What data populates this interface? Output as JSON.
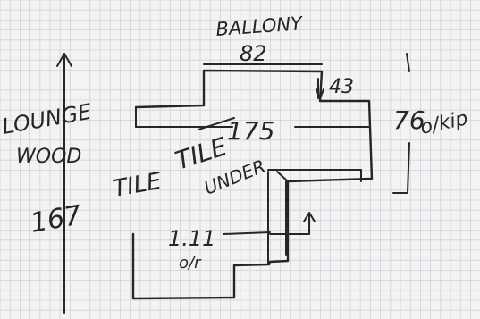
{
  "colors": {
    "paper": "#f3f3f3",
    "grid": "#cfd3d8",
    "ink": "#262626"
  },
  "labels": {
    "balcony": "BALLONY",
    "dim_82": "82",
    "dim_43": "43",
    "dim_175": "175",
    "dim_76": "76",
    "dim_167": "167",
    "dim_111": "1.11",
    "lounge_1": "LOUNGE",
    "lounge_2": "WOOD",
    "tile": "TILE",
    "tile_under_1": "TILE",
    "tile_under_2": "UNDER",
    "o_kip": "o/kip",
    "o_r": "o/r"
  }
}
